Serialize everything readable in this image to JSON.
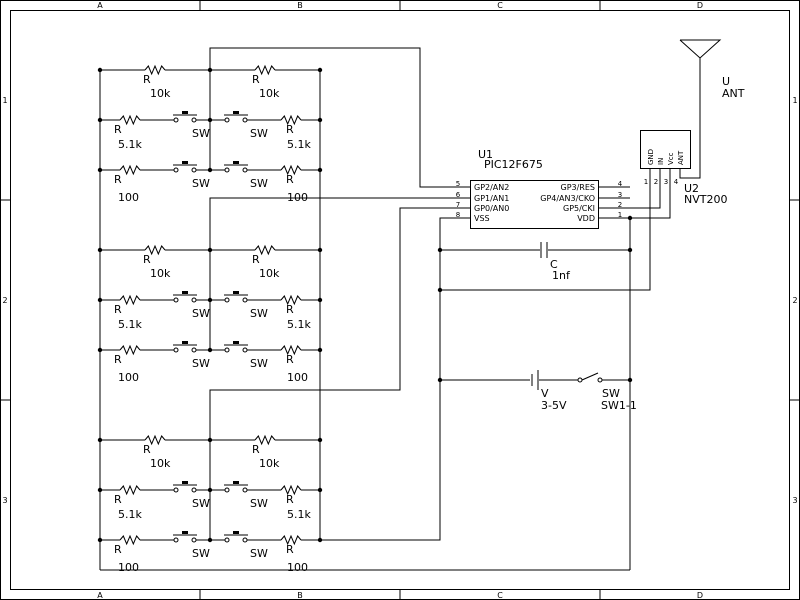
{
  "frame": {
    "columns": [
      "A",
      "B",
      "C",
      "D"
    ],
    "rows": [
      "1",
      "2",
      "3"
    ]
  },
  "u1": {
    "ref": "U1",
    "part": "PIC12F675",
    "pins_left": [
      {
        "num": "5",
        "name": "GP2/AN2"
      },
      {
        "num": "6",
        "name": "GP1/AN1"
      },
      {
        "num": "7",
        "name": "GP0/AN0"
      },
      {
        "num": "8",
        "name": "VSS"
      }
    ],
    "pins_right": [
      {
        "num": "4",
        "name": "GP3/RES"
      },
      {
        "num": "3",
        "name": "GP4/AN3/CKO"
      },
      {
        "num": "2",
        "name": "GP5/CKI"
      },
      {
        "num": "1",
        "name": "VDD"
      }
    ]
  },
  "u2": {
    "ref": "U2",
    "part": "NVT200",
    "pins": [
      {
        "num": "1",
        "name": "GND"
      },
      {
        "num": "2",
        "name": "IN"
      },
      {
        "num": "3",
        "name": "Vcc"
      },
      {
        "num": "4",
        "name": "ANT"
      }
    ]
  },
  "antenna": {
    "ref": "U",
    "part": "ANT"
  },
  "capacitor": {
    "ref": "C",
    "value": "1nf"
  },
  "battery": {
    "ref": "V",
    "value": "3-5V"
  },
  "power_switch": {
    "ref": "SW",
    "value": "SW1-1"
  },
  "generic": {
    "resistor_ref": "R",
    "switch_ref": "SW"
  },
  "groups": [
    {
      "left": [
        {
          "ref": "R",
          "value": "10k"
        },
        {
          "ref": "R",
          "value": "5.1k"
        },
        {
          "ref": "R",
          "value": "100"
        }
      ],
      "right": [
        {
          "ref": "R",
          "value": "10k"
        },
        {
          "ref": "R",
          "value": "5.1k"
        },
        {
          "ref": "R",
          "value": "100"
        }
      ]
    },
    {
      "left": [
        {
          "ref": "R",
          "value": "10k"
        },
        {
          "ref": "R",
          "value": "5.1k"
        },
        {
          "ref": "R",
          "value": "100"
        }
      ],
      "right": [
        {
          "ref": "R",
          "value": "10k"
        },
        {
          "ref": "R",
          "value": "5.1k"
        },
        {
          "ref": "R",
          "value": "100"
        }
      ]
    },
    {
      "left": [
        {
          "ref": "R",
          "value": "10k"
        },
        {
          "ref": "R",
          "value": "5.1k"
        },
        {
          "ref": "R",
          "value": "100"
        }
      ],
      "right": [
        {
          "ref": "R",
          "value": "10k"
        },
        {
          "ref": "R",
          "value": "5.1k"
        },
        {
          "ref": "R",
          "value": "100"
        }
      ]
    }
  ]
}
